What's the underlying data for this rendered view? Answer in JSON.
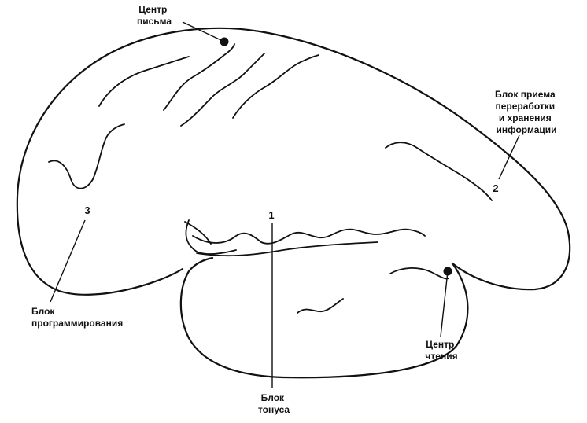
{
  "labels": {
    "writing_center": [
      "Центр",
      "письма"
    ],
    "reception_block": [
      "Блок приема",
      "переработки",
      "и хранения",
      "информации"
    ],
    "programming_block": [
      "Блок",
      "программирования"
    ],
    "reading_center": [
      "Центр",
      "чтения"
    ],
    "tonus_block": [
      "Блок",
      "тонуса"
    ]
  },
  "block_numbers": {
    "tonus": "1",
    "reception": "2",
    "programming": "3"
  },
  "colors": {
    "ink": "#111111",
    "background": "#ffffff"
  }
}
